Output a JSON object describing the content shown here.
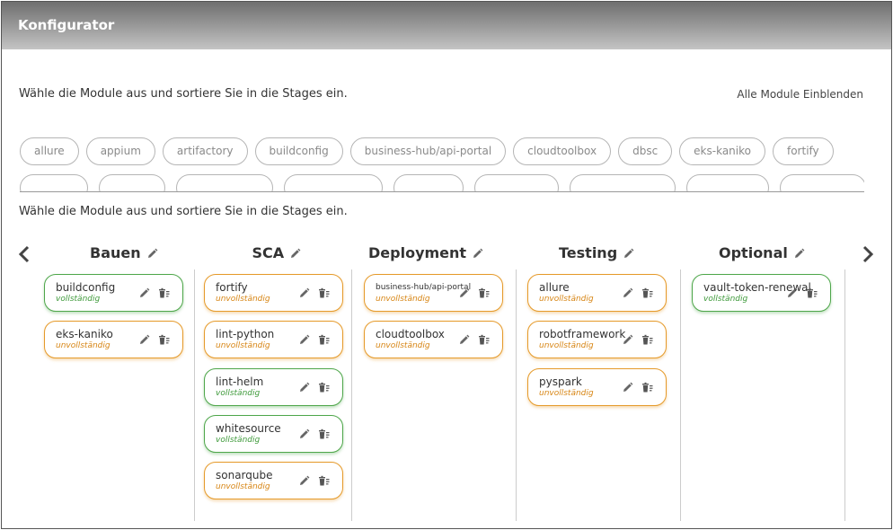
{
  "header": {
    "title": "Konfigurator"
  },
  "intro_text": "Wähle die Module aus und sortiere Sie in die Stages ein.",
  "show_all_label": "Alle Module Einblenden",
  "modules": [
    "allure",
    "appium",
    "artifactory",
    "buildconfig",
    "business-hub/api-portal",
    "cloudtoolbox",
    "dbsc",
    "eks-kaniko",
    "fortify"
  ],
  "stages_intro_text": "Wähle die Module aus und sortiere Sie in die Stages ein.",
  "colors": {
    "complete": "#4ea64a",
    "incomplete": "#e59a2a",
    "header": "#8a8a8a"
  },
  "icons": {
    "prev": "chevron-left-icon",
    "next": "chevron-right-icon",
    "edit": "pencil-icon",
    "delete": "trash-icon"
  },
  "stages": [
    {
      "title": "Bauen",
      "modules": [
        {
          "name": "buildconfig",
          "status": "vollständig",
          "complete": true
        },
        {
          "name": "eks-kaniko",
          "status": "unvollständig",
          "complete": false
        }
      ]
    },
    {
      "title": "SCA",
      "modules": [
        {
          "name": "fortify",
          "status": "unvollständig",
          "complete": false
        },
        {
          "name": "lint-python",
          "status": "unvollständig",
          "complete": false
        },
        {
          "name": "lint-helm",
          "status": "vollständig",
          "complete": true
        },
        {
          "name": "whitesource",
          "status": "vollständig",
          "complete": true
        },
        {
          "name": "sonarqube",
          "status": "unvollständig",
          "complete": false
        }
      ]
    },
    {
      "title": "Deployment",
      "modules": [
        {
          "name": "business-hub/api-portal",
          "status": "unvollständig",
          "complete": false
        },
        {
          "name": "cloudtoolbox",
          "status": "unvollständig",
          "complete": false
        }
      ]
    },
    {
      "title": "Testing",
      "modules": [
        {
          "name": "allure",
          "status": "unvollständig",
          "complete": false
        },
        {
          "name": "robotframework",
          "status": "unvollständig",
          "complete": false
        },
        {
          "name": "pyspark",
          "status": "unvollständig",
          "complete": false
        }
      ]
    },
    {
      "title": "Optional",
      "modules": [
        {
          "name": "vault-token-renewal",
          "status": "vollständig",
          "complete": true
        }
      ]
    }
  ]
}
